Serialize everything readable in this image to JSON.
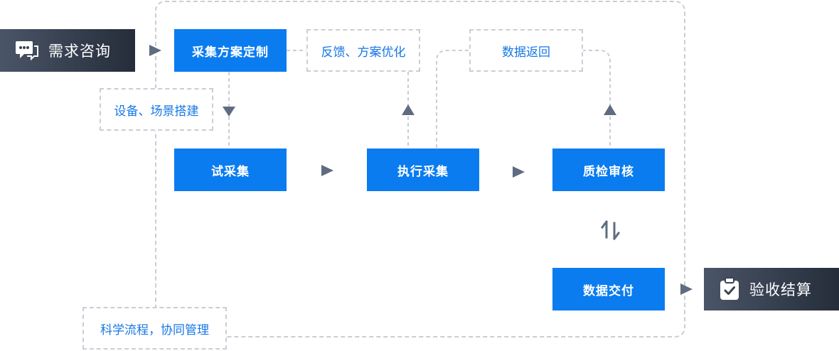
{
  "start": {
    "label": "需求咨询",
    "icon": "chat-bubbles-icon"
  },
  "end": {
    "label": "验收结算",
    "icon": "clipboard-check-icon"
  },
  "steps": {
    "plan": "采集方案定制",
    "trial": "试采集",
    "execute": "执行采集",
    "qc": "质检审核",
    "delivery": "数据交付"
  },
  "notes": {
    "setup": "设备、场景搭建",
    "feedback": "反馈、方案优化",
    "return": "数据返回",
    "management": "科学流程，协同管理"
  },
  "colors": {
    "step_blue": "#0a7cf0",
    "note_text": "#1677e6",
    "dashed_border": "#c9ced6",
    "arrow": "#5f6c80",
    "terminal_dark": "#252d3a"
  }
}
